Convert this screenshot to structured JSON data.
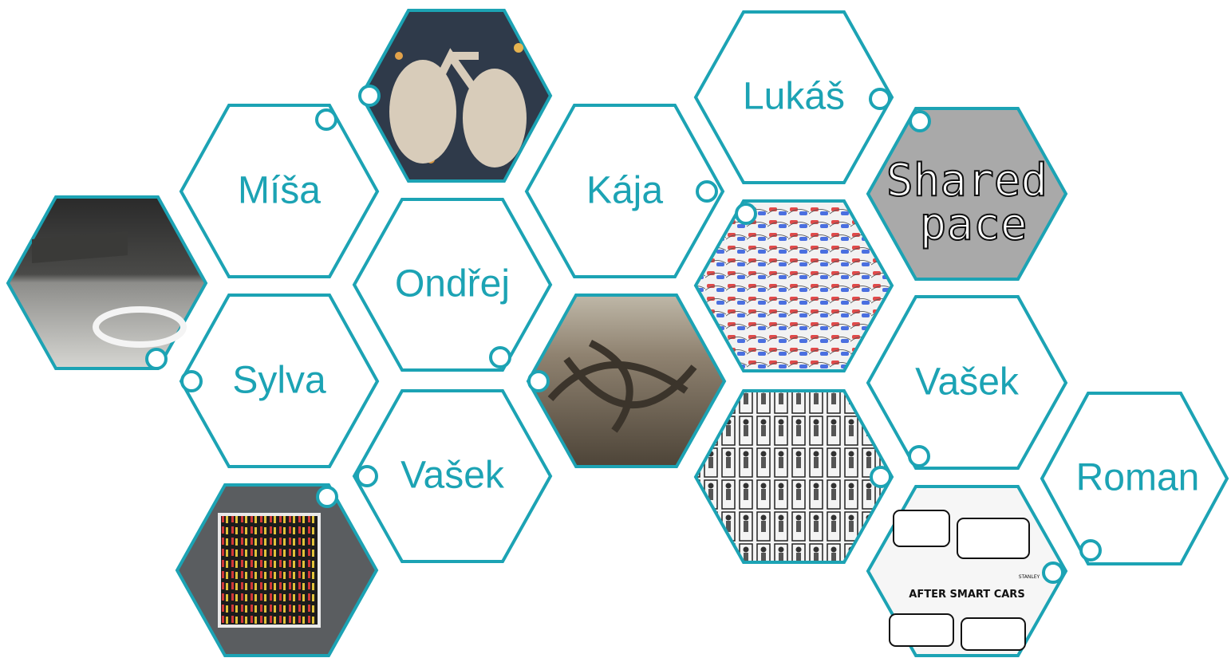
{
  "name_tiles": [
    {
      "id": "misa",
      "label": "Míša"
    },
    {
      "id": "ondrej",
      "label": "Ondřej"
    },
    {
      "id": "sylva",
      "label": "Sylva"
    },
    {
      "id": "vasek-left",
      "label": "Vašek"
    },
    {
      "id": "kaja",
      "label": "Kája"
    },
    {
      "id": "lukas",
      "label": "Lukáš"
    },
    {
      "id": "vasek-right",
      "label": "Vašek"
    },
    {
      "id": "roman",
      "label": "Roman"
    }
  ],
  "picture_tiles": [
    {
      "id": "street-bike-lane",
      "subject": "street-with-bike-lane-photo"
    },
    {
      "id": "bike-symbol-asphalt",
      "subject": "bicycle-road-marking-photo"
    },
    {
      "id": "parked-bikes",
      "subject": "bicycles-in-parking-space-photo"
    },
    {
      "id": "highway-knot",
      "subject": "tangled-highway-photo"
    },
    {
      "id": "car-swarm",
      "subject": "cars-drawing"
    },
    {
      "id": "shared-space",
      "subject": "shared-space-drawing"
    },
    {
      "id": "people-in-boxes",
      "subject": "people-in-car-boxes-drawing"
    },
    {
      "id": "smart-cars-cartoon",
      "subject": "after-smart-cars-cartoon"
    }
  ],
  "image_text": {
    "shared_space_line1": "Shared",
    "shared_space_line2": "pace",
    "cartoon_caption": "AFTER SMART CARS",
    "cartoon_signature": "STANLEY"
  },
  "colors": {
    "accent": "#1ca3b4",
    "background": "#ffffff"
  }
}
